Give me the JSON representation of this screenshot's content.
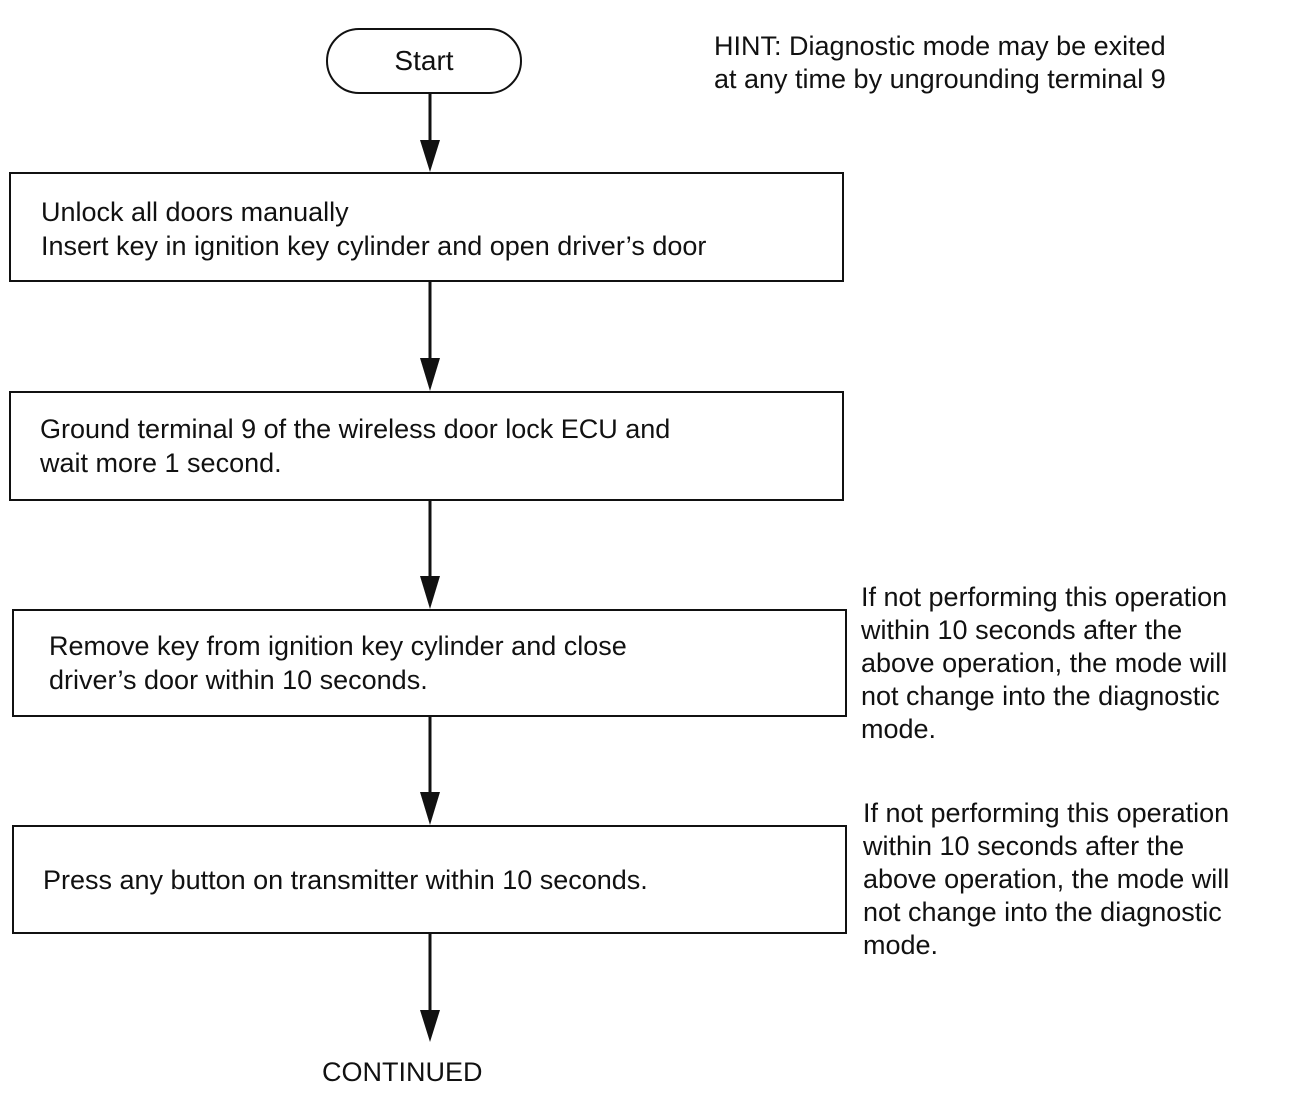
{
  "start": {
    "label": "Start"
  },
  "hint": {
    "text": "HINT: Diagnostic mode may be exited\nat any time by ungrounding terminal 9"
  },
  "steps": [
    {
      "line1": "Unlock all doors manually",
      "line2": "Insert key in ignition key cylinder and open driver’s door"
    },
    {
      "line1": "Ground terminal 9 of the wireless door lock ECU and",
      "line2": "wait more 1 second."
    },
    {
      "line1": "Remove key from ignition key cylinder and close",
      "line2": "driver’s door within 10 seconds."
    },
    {
      "line1": "Press any button on transmitter within 10 seconds."
    }
  ],
  "notes": [
    {
      "text": "If not performing this operation\nwithin 10 seconds after the\nabove operation, the mode will\nnot change into the diagnostic\nmode."
    },
    {
      "text": "If not performing this operation\nwithin 10 seconds after the\nabove operation, the mode will\nnot change into the diagnostic\nmode."
    }
  ],
  "end": {
    "label": "CONTINUED"
  },
  "colors": {
    "line": "#111111",
    "background": "#ffffff"
  }
}
